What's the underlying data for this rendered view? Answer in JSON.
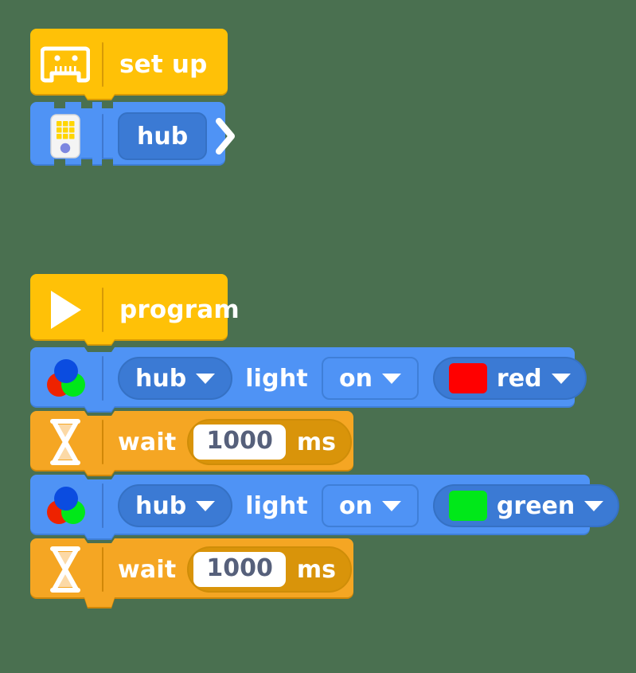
{
  "app": {
    "background_color": "#4a7050",
    "palette": {
      "hat_yellow": "#ffc107",
      "hat_yellow_shadow": "#d79a06",
      "block_blue": "#4f93f5",
      "block_blue_shadow": "#3f7fd8",
      "pill_dark_blue": "#3b7ad4",
      "wait_orange": "#f5a623",
      "wait_orange_shadow": "#d18708",
      "num_pill_amber": "#d9940a",
      "red": "#ff0000",
      "green": "#00e819",
      "white": "#ffffff",
      "num_text": "#56607b"
    }
  },
  "stacks": [
    {
      "id": "setup-stack",
      "name": "setup-stack",
      "blocks": [
        {
          "kind": "hat",
          "name": "set-up-hat-block",
          "icon": "hub-device-icon",
          "label": "set up"
        },
        {
          "kind": "hub",
          "name": "hub-connection-block",
          "icon": "hub-matrix-icon",
          "dropdown": {
            "label": "hub",
            "name": "hub-dropdown"
          },
          "action_icon": "chevron-right-icon"
        }
      ]
    },
    {
      "id": "program-stack",
      "name": "program-stack",
      "blocks": [
        {
          "kind": "hat",
          "name": "program-hat-block",
          "icon": "play-triangle-icon",
          "label": "program"
        },
        {
          "kind": "light",
          "name": "hub-light-on-red-block",
          "icon": "rgb-circles-icon",
          "target": {
            "label": "hub",
            "name": "light-target-dropdown"
          },
          "middle_label": "light",
          "state": {
            "label": "on",
            "name": "light-state-dropdown"
          },
          "color": {
            "label": "red",
            "swatch": "#ff0000",
            "name": "light-color-dropdown"
          }
        },
        {
          "kind": "wait",
          "name": "wait-block-1",
          "icon": "hourglass-icon",
          "label": "wait",
          "value": "1000",
          "unit": "ms"
        },
        {
          "kind": "light",
          "name": "hub-light-on-green-block",
          "icon": "rgb-circles-icon",
          "target": {
            "label": "hub",
            "name": "light-target-dropdown"
          },
          "middle_label": "light",
          "state": {
            "label": "on",
            "name": "light-state-dropdown"
          },
          "color": {
            "label": "green",
            "swatch": "#00e819",
            "name": "light-color-dropdown"
          }
        },
        {
          "kind": "wait",
          "name": "wait-block-2",
          "icon": "hourglass-icon",
          "label": "wait",
          "value": "1000",
          "unit": "ms"
        }
      ]
    }
  ]
}
